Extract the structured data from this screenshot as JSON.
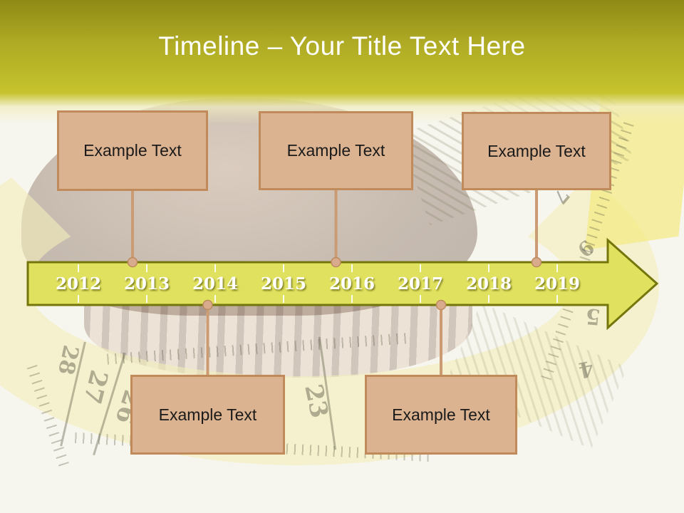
{
  "header": {
    "title": "Timeline – Your Title Text Here",
    "title_color": "#ffffff",
    "gradient_top": "#8e8a16",
    "gradient_bottom": "#c6c32d"
  },
  "timeline": {
    "years": [
      "2012",
      "2013",
      "2014",
      "2015",
      "2016",
      "2017",
      "2018",
      "2019"
    ],
    "arrow_fill": "#e0e15e",
    "arrow_border": "#74760c",
    "tick_color": "#ffffff",
    "year_color": "#ffffff"
  },
  "events": [
    {
      "label": "Example Text",
      "side": "top"
    },
    {
      "label": "Example Text",
      "side": "top"
    },
    {
      "label": "Example Text",
      "side": "top"
    },
    {
      "label": "Example Text",
      "side": "bottom"
    },
    {
      "label": "Example Text",
      "side": "bottom"
    }
  ],
  "connector": {
    "line_color": "#cb9b74",
    "dot_fill": "#d9ab8d",
    "dot_border": "#bd8a5e"
  },
  "event_box": {
    "fill": "#dcb390",
    "border": "#c08a5a",
    "text_color": "#1a1a1a"
  },
  "background": {
    "image": "muffin-with-measuring-tape",
    "tape_numbers": [
      "28",
      "27",
      "26",
      "23",
      "7",
      "9",
      "5",
      "4"
    ]
  }
}
